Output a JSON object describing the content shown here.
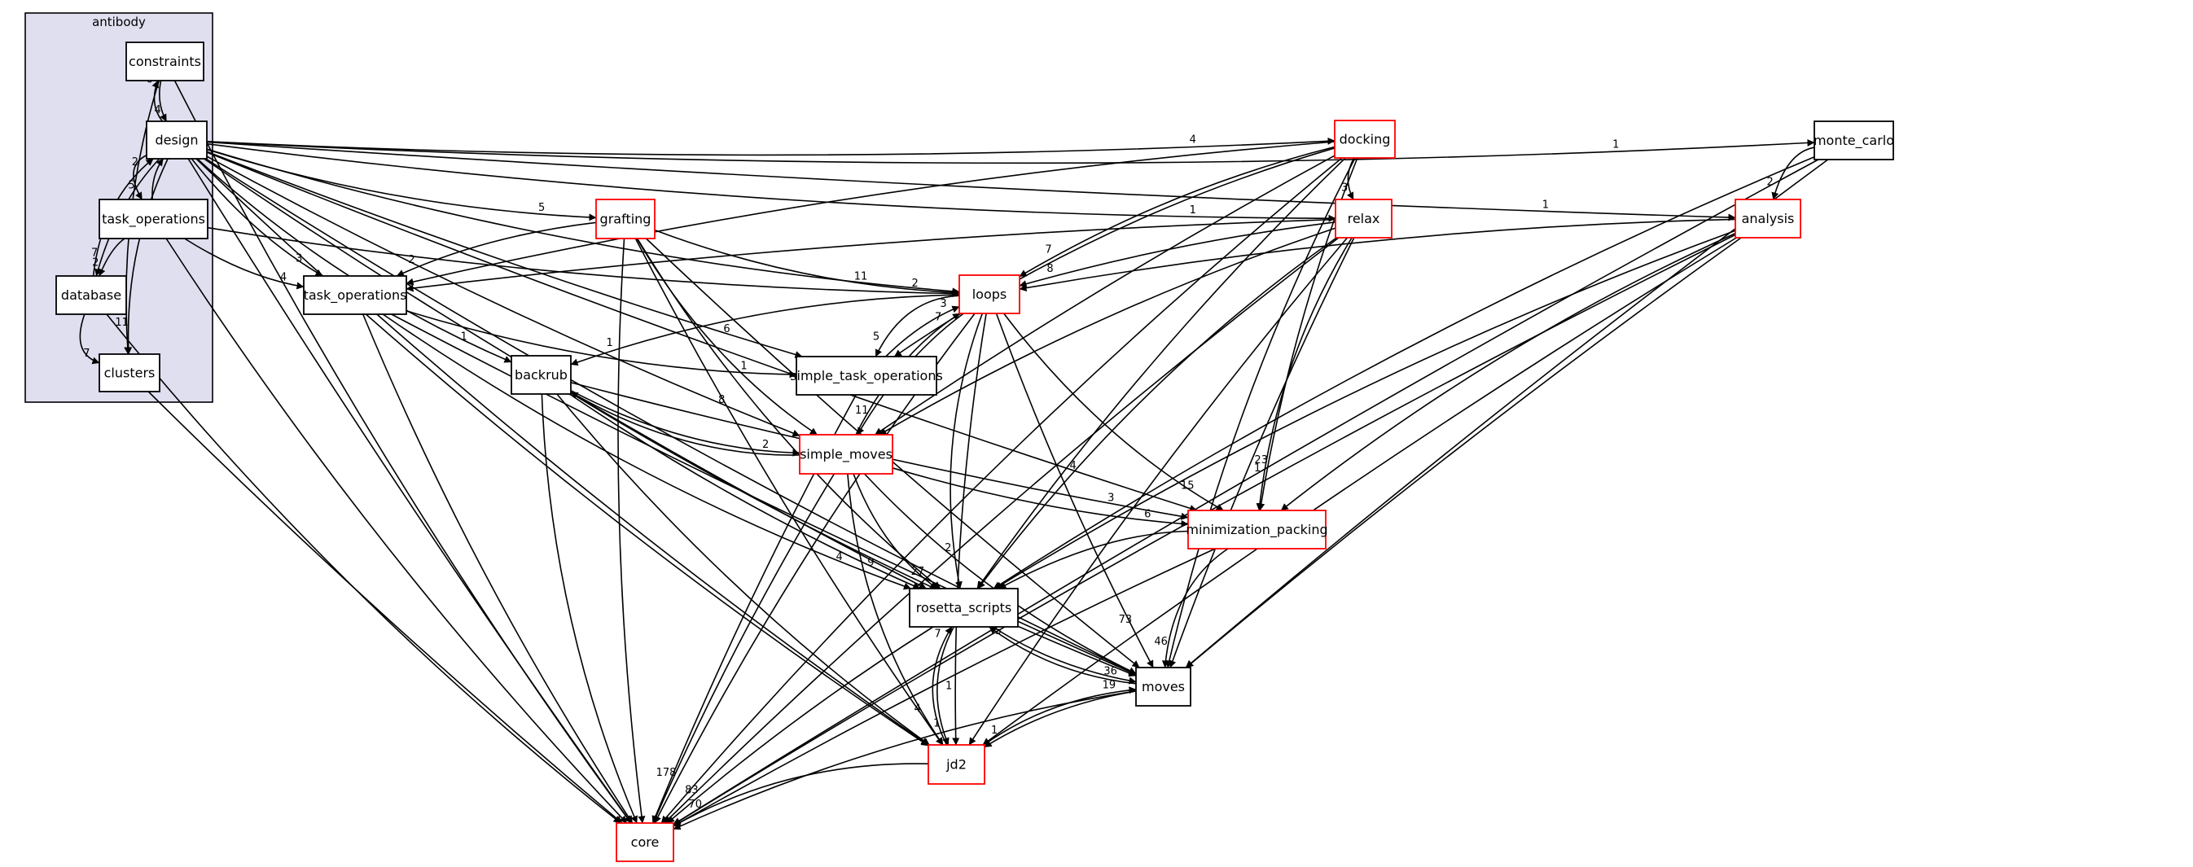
{
  "cluster": {
    "label": "antibody"
  },
  "nodes": [
    {
      "id": "constraints",
      "label": "constraints",
      "red": false,
      "in_cluster": true
    },
    {
      "id": "design",
      "label": "design",
      "red": false,
      "in_cluster": true
    },
    {
      "id": "ab_task_operations",
      "label": "task_operations",
      "red": false,
      "in_cluster": true
    },
    {
      "id": "database",
      "label": "database",
      "red": false,
      "in_cluster": true
    },
    {
      "id": "clusters",
      "label": "clusters",
      "red": false,
      "in_cluster": true
    },
    {
      "id": "task_operations",
      "label": "task_operations",
      "red": false,
      "in_cluster": false
    },
    {
      "id": "grafting",
      "label": "grafting",
      "red": true,
      "in_cluster": false
    },
    {
      "id": "backrub",
      "label": "backrub",
      "red": false,
      "in_cluster": false
    },
    {
      "id": "loops",
      "label": "loops",
      "red": true,
      "in_cluster": false
    },
    {
      "id": "simple_task_operations",
      "label": "simple_task_operations",
      "red": false,
      "in_cluster": false
    },
    {
      "id": "simple_moves",
      "label": "simple_moves",
      "red": true,
      "in_cluster": false
    },
    {
      "id": "docking",
      "label": "docking",
      "red": true,
      "in_cluster": false
    },
    {
      "id": "relax",
      "label": "relax",
      "red": true,
      "in_cluster": false
    },
    {
      "id": "monte_carlo",
      "label": "monte_carlo",
      "red": false,
      "in_cluster": false
    },
    {
      "id": "analysis",
      "label": "analysis",
      "red": true,
      "in_cluster": false
    },
    {
      "id": "minimization_packing",
      "label": "minimization_packing",
      "red": true,
      "in_cluster": false
    },
    {
      "id": "rosetta_scripts",
      "label": "rosetta_scripts",
      "red": false,
      "in_cluster": false
    },
    {
      "id": "moves",
      "label": "moves",
      "red": false,
      "in_cluster": false
    },
    {
      "id": "jd2",
      "label": "jd2",
      "red": true,
      "in_cluster": false
    },
    {
      "id": "core",
      "label": "core",
      "red": true,
      "in_cluster": false
    }
  ],
  "edges": [
    {
      "from": "constraints",
      "to": "design",
      "label": "4"
    },
    {
      "from": "design",
      "to": "constraints",
      "label": "6"
    },
    {
      "from": "constraints",
      "to": "clusters",
      "label": ""
    },
    {
      "from": "constraints",
      "to": "core",
      "label": ""
    },
    {
      "from": "design",
      "to": "ab_task_operations",
      "label": "5"
    },
    {
      "from": "ab_task_operations",
      "to": "design",
      "label": "2"
    },
    {
      "from": "design",
      "to": "database",
      "label": "7"
    },
    {
      "from": "design",
      "to": "clusters",
      "label": "11"
    },
    {
      "from": "database",
      "to": "design",
      "label": "2"
    },
    {
      "from": "database",
      "to": "clusters",
      "label": "7"
    },
    {
      "from": "ab_task_operations",
      "to": "database",
      "label": "2"
    },
    {
      "from": "ab_task_operations",
      "to": "task_operations",
      "label": "4"
    },
    {
      "from": "ab_task_operations",
      "to": "loops",
      "label": ""
    },
    {
      "from": "ab_task_operations",
      "to": "core",
      "label": ""
    },
    {
      "from": "database",
      "to": "core",
      "label": ""
    },
    {
      "from": "clusters",
      "to": "core",
      "label": ""
    },
    {
      "from": "design",
      "to": "task_operations",
      "label": "3"
    },
    {
      "from": "design",
      "to": "grafting",
      "label": "5"
    },
    {
      "from": "design",
      "to": "backrub",
      "label": "1"
    },
    {
      "from": "design",
      "to": "loops",
      "label": "11"
    },
    {
      "from": "design",
      "to": "simple_task_operations",
      "label": "6"
    },
    {
      "from": "design",
      "to": "simple_moves",
      "label": "8"
    },
    {
      "from": "design",
      "to": "docking",
      "label": "4"
    },
    {
      "from": "design",
      "to": "relax",
      "label": "1"
    },
    {
      "from": "design",
      "to": "monte_carlo",
      "label": "1"
    },
    {
      "from": "design",
      "to": "analysis",
      "label": "1"
    },
    {
      "from": "design",
      "to": "minimization_packing",
      "label": "4"
    },
    {
      "from": "design",
      "to": "rosetta_scripts",
      "label": ""
    },
    {
      "from": "design",
      "to": "moves",
      "label": ""
    },
    {
      "from": "design",
      "to": "jd2",
      "label": ""
    },
    {
      "from": "design",
      "to": "core",
      "label": ""
    },
    {
      "from": "grafting",
      "to": "task_operations",
      "label": "2"
    },
    {
      "from": "grafting",
      "to": "loops",
      "label": "2"
    },
    {
      "from": "grafting",
      "to": "simple_moves",
      "label": ""
    },
    {
      "from": "grafting",
      "to": "rosetta_scripts",
      "label": ""
    },
    {
      "from": "grafting",
      "to": "moves",
      "label": ""
    },
    {
      "from": "grafting",
      "to": "jd2",
      "label": ""
    },
    {
      "from": "grafting",
      "to": "core",
      "label": ""
    },
    {
      "from": "task_operations",
      "to": "simple_task_operations",
      "label": "1"
    },
    {
      "from": "task_operations",
      "to": "rosetta_scripts",
      "label": "4"
    },
    {
      "from": "task_operations",
      "to": "moves",
      "label": ""
    },
    {
      "from": "task_operations",
      "to": "jd2",
      "label": ""
    },
    {
      "from": "task_operations",
      "to": "core",
      "label": ""
    },
    {
      "from": "loops",
      "to": "backrub",
      "label": "1"
    },
    {
      "from": "loops",
      "to": "simple_task_operations",
      "label": "5"
    },
    {
      "from": "simple_task_operations",
      "to": "loops",
      "label": "3"
    },
    {
      "from": "loops",
      "to": "simple_moves",
      "label": "11"
    },
    {
      "from": "simple_moves",
      "to": "loops",
      "label": "7"
    },
    {
      "from": "loops",
      "to": "minimization_packing",
      "label": "15"
    },
    {
      "from": "loops",
      "to": "rosetta_scripts",
      "label": "2"
    },
    {
      "from": "loops",
      "to": "moves",
      "label": "73"
    },
    {
      "from": "loops",
      "to": "jd2",
      "label": "1"
    },
    {
      "from": "loops",
      "to": "core",
      "label": ""
    },
    {
      "from": "backrub",
      "to": "simple_moves",
      "label": "2"
    },
    {
      "from": "simple_moves",
      "to": "backrub",
      "label": ""
    },
    {
      "from": "backrub",
      "to": "minimization_packing",
      "label": "3"
    },
    {
      "from": "backrub",
      "to": "rosetta_scripts",
      "label": "9"
    },
    {
      "from": "backrub",
      "to": "moves",
      "label": ""
    },
    {
      "from": "backrub",
      "to": "jd2",
      "label": ""
    },
    {
      "from": "backrub",
      "to": "core",
      "label": ""
    },
    {
      "from": "simple_task_operations",
      "to": "core",
      "label": ""
    },
    {
      "from": "simple_moves",
      "to": "minimization_packing",
      "label": "6"
    },
    {
      "from": "simple_moves",
      "to": "rosetta_scripts",
      "label": "27"
    },
    {
      "from": "simple_moves",
      "to": "moves",
      "label": ""
    },
    {
      "from": "simple_moves",
      "to": "jd2",
      "label": "4"
    },
    {
      "from": "simple_moves",
      "to": "core",
      "label": "178"
    },
    {
      "from": "docking",
      "to": "relax",
      "label": "3"
    },
    {
      "from": "docking",
      "to": "loops",
      "label": "7"
    },
    {
      "from": "docking",
      "to": "task_operations",
      "label": ""
    },
    {
      "from": "docking",
      "to": "simple_task_operations",
      "label": ""
    },
    {
      "from": "docking",
      "to": "simple_moves",
      "label": ""
    },
    {
      "from": "docking",
      "to": "minimization_packing",
      "label": "23"
    },
    {
      "from": "docking",
      "to": "rosetta_scripts",
      "label": ""
    },
    {
      "from": "docking",
      "to": "moves",
      "label": ""
    },
    {
      "from": "docking",
      "to": "core",
      "label": ""
    },
    {
      "from": "relax",
      "to": "loops",
      "label": "8"
    },
    {
      "from": "relax",
      "to": "task_operations",
      "label": ""
    },
    {
      "from": "relax",
      "to": "simple_moves",
      "label": ""
    },
    {
      "from": "relax",
      "to": "minimization_packing",
      "label": "1"
    },
    {
      "from": "relax",
      "to": "rosetta_scripts",
      "label": ""
    },
    {
      "from": "relax",
      "to": "moves",
      "label": ""
    },
    {
      "from": "relax",
      "to": "jd2",
      "label": ""
    },
    {
      "from": "relax",
      "to": "core",
      "label": ""
    },
    {
      "from": "monte_carlo",
      "to": "analysis",
      "label": "2"
    },
    {
      "from": "monte_carlo",
      "to": "rosetta_scripts",
      "label": ""
    },
    {
      "from": "monte_carlo",
      "to": "moves",
      "label": ""
    },
    {
      "from": "monte_carlo",
      "to": "core",
      "label": ""
    },
    {
      "from": "analysis",
      "to": "loops",
      "label": ""
    },
    {
      "from": "analysis",
      "to": "minimization_packing",
      "label": ""
    },
    {
      "from": "analysis",
      "to": "rosetta_scripts",
      "label": ""
    },
    {
      "from": "analysis",
      "to": "moves",
      "label": ""
    },
    {
      "from": "analysis",
      "to": "jd2",
      "label": ""
    },
    {
      "from": "analysis",
      "to": "core",
      "label": ""
    },
    {
      "from": "minimization_packing",
      "to": "rosetta_scripts",
      "label": ""
    },
    {
      "from": "minimization_packing",
      "to": "moves",
      "label": "46"
    },
    {
      "from": "minimization_packing",
      "to": "core",
      "label": ""
    },
    {
      "from": "rosetta_scripts",
      "to": "moves",
      "label": "36"
    },
    {
      "from": "moves",
      "to": "rosetta_scripts",
      "label": "5"
    },
    {
      "from": "rosetta_scripts",
      "to": "jd2",
      "label": "1"
    },
    {
      "from": "jd2",
      "to": "rosetta_scripts",
      "label": "7"
    },
    {
      "from": "rosetta_scripts",
      "to": "core",
      "label": "83"
    },
    {
      "from": "moves",
      "to": "jd2",
      "label": "1"
    },
    {
      "from": "jd2",
      "to": "moves",
      "label": "19"
    },
    {
      "from": "moves",
      "to": "core",
      "label": ""
    },
    {
      "from": "jd2",
      "to": "core",
      "label": "70"
    }
  ]
}
